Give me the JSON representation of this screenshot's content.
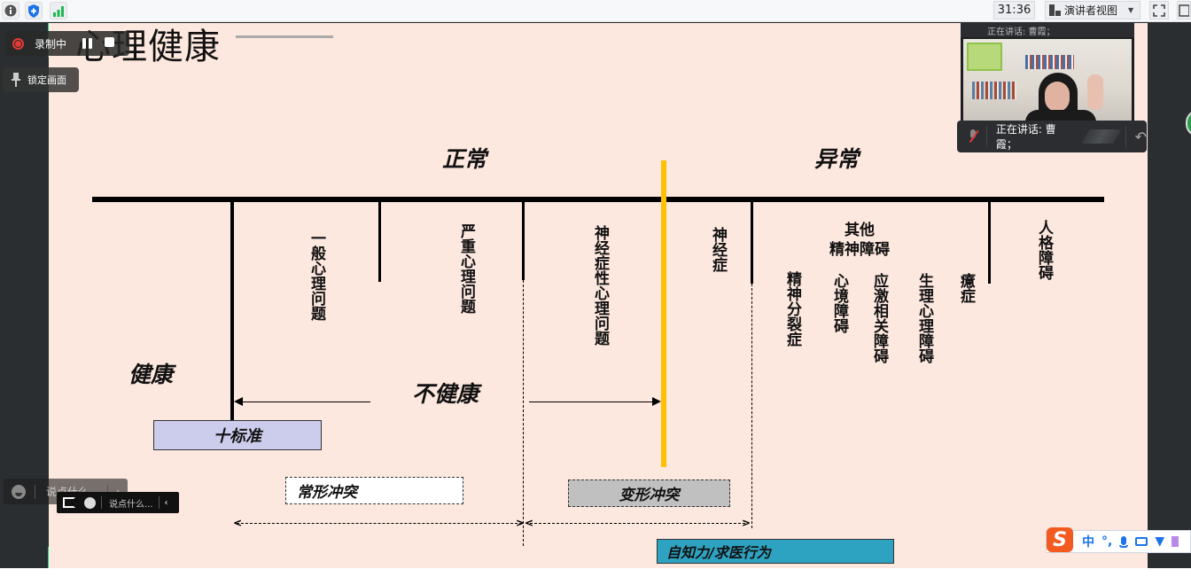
{
  "topbar": {
    "info_icon": "info-icon",
    "shield_icon": "shield-icon",
    "signal_icon": "signal-icon",
    "clock": "31:36",
    "view_mode_label": "演讲者视图",
    "fullscreen_icon": "fullscreen-icon"
  },
  "recording": {
    "status_label": "录制中",
    "pause_icon": "pause-icon",
    "stop_icon": "stop-icon"
  },
  "lock_screen": {
    "label": "锁定画面"
  },
  "slide": {
    "title": "心理健康",
    "normal_label": "正常",
    "abnormal_label": "异常",
    "categories": [
      {
        "id": "general",
        "label": "一般心理问题"
      },
      {
        "id": "severe",
        "label": "严重心理问题"
      },
      {
        "id": "neurotic-problem",
        "label": "神经症性心理问题"
      },
      {
        "id": "neurosis",
        "label": "神经症"
      },
      {
        "id": "other-mental",
        "label": "其他\n精神障碍"
      },
      {
        "id": "personality",
        "label": "人格障碍"
      }
    ],
    "other_mental_title_line1": "其他",
    "other_mental_title_line2": "精神障碍",
    "sub_disorders": [
      {
        "label": "精神分裂症"
      },
      {
        "label": "心境障碍"
      },
      {
        "label": "应激相关障碍"
      },
      {
        "label": "生理心理障碍"
      },
      {
        "label": "癔症"
      }
    ],
    "healthy_label": "健康",
    "unhealthy_label": "不健康",
    "ten_standards_label": "十标准",
    "regular_conflict_label": "常形冲突",
    "deformed_conflict_label": "变形冲突",
    "insight_label": "自知力/求医行为",
    "colors": {
      "background": "#fde8df",
      "yellow_divider": "#ffc000",
      "ten_standards_box": "#ccccec",
      "deformed_box": "#c0c0c0",
      "insight_box": "#2ea3c1"
    }
  },
  "chat": {
    "placeholder": "说点什么...",
    "placeholder_small": "说点什么..."
  },
  "video": {
    "header_speaker": "正在讲话: 曹霞；",
    "speaking_label": "正在讲话: 曹霞；"
  },
  "ime": {
    "mode": "中",
    "punct": "°,",
    "mic_icon": "mic-icon",
    "keyboard_icon": "keyboard-icon",
    "skin_icon": "shirt-icon",
    "logo": "S"
  }
}
